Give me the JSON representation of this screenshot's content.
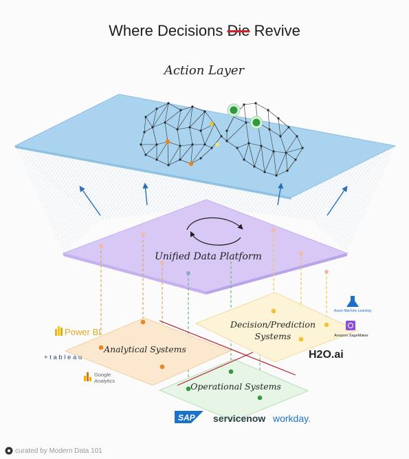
{
  "title": {
    "prefix": "Where Decisions",
    "struck": "Die",
    "suffix": "Revive"
  },
  "action_layer": {
    "label": "Action Layer"
  },
  "unified_platform": {
    "label": "Unified Data Platform"
  },
  "systems": {
    "analytical": {
      "label": "Analytical Systems"
    },
    "decision_line1": "Decision/Prediction",
    "decision_line2": "Systems",
    "operational": {
      "label": "Operational Systems"
    }
  },
  "logos": {
    "powerbi": "Power BI",
    "tableau": "+ t a b l e a u",
    "google_analytics_line1": "Google",
    "google_analytics_line2": "Analytics",
    "azure_ml": "Azure Machine Learning",
    "sagemaker": "Amazon SageMaker",
    "h2o": "H2O.ai",
    "sap": "SAP",
    "servicenow": "servicenow",
    "workday": "workday."
  },
  "footer": {
    "text": "curated by Modern Data 101"
  },
  "colors": {
    "action_layer_fill": "#a9d3ee",
    "platform_fill": "#d7c8f5",
    "analytical_fill": "#fbe8cf",
    "decision_fill": "#fdf4d8",
    "operational_fill": "#e6f5e6",
    "orange_dot": "#e9861e",
    "green_dot": "#2f9a3c",
    "yellow_dot": "#f1c232",
    "separator_red": "#b01b2b",
    "network_line": "#2b2b2b"
  }
}
